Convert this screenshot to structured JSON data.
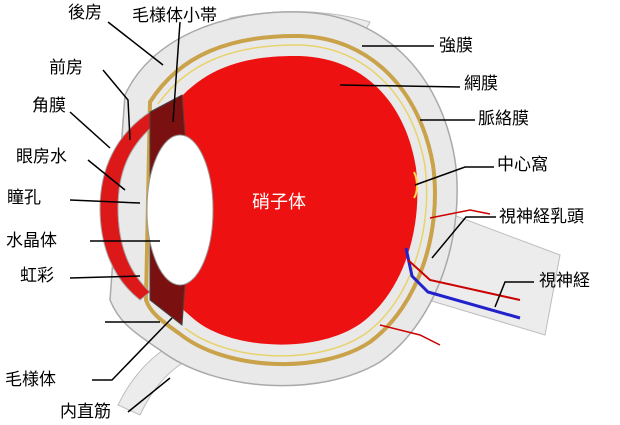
{
  "labels": {
    "posterior_chamber": "後房",
    "zonule": "毛様体小帯",
    "anterior_chamber": "前房",
    "cornea": "角膜",
    "aqueous_humor": "眼房水",
    "pupil": "瞳孔",
    "lens": "水晶体",
    "iris": "虹彩",
    "ciliary_body": "毛様体",
    "medial_rectus": "内直筋",
    "sclera": "強膜",
    "retina": "網膜",
    "choroid": "脈絡膜",
    "fovea": "中心窩",
    "optic_disc": "視神経乳頭",
    "optic_nerve": "視神経",
    "vitreous_body": "硝子体"
  },
  "colors": {
    "vitreous": "#ee1111",
    "sclera_fill": "#e9e9e9",
    "cornea_fill": "#dd1818",
    "choroid_band": "#c9a24a",
    "vessel_red": "#cc0000",
    "vessel_blue": "#2222cc"
  }
}
